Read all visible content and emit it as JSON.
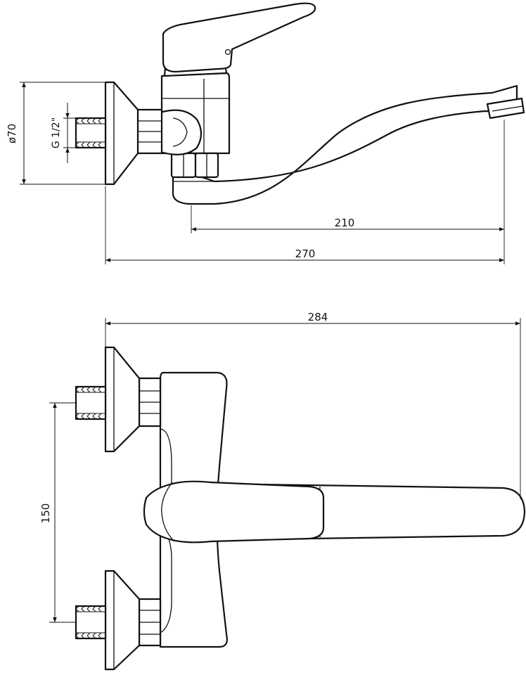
{
  "dimensions": {
    "spout_reach": "210",
    "side_total_length": "270",
    "top_total_width": "284",
    "inlet_spacing": "150",
    "flange_diameter": "ø70",
    "thread": "G 1/2\""
  },
  "colors": {
    "line": "#111111",
    "background": "#ffffff"
  }
}
